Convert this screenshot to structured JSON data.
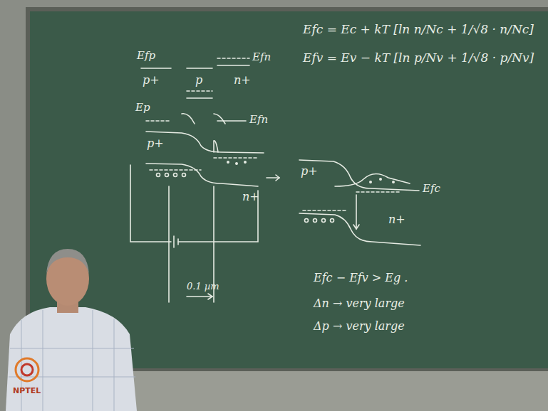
{
  "diagram": {
    "labels": [
      "Efp",
      "Efn",
      "p+",
      "p",
      "n+",
      "Ep",
      "Efn",
      "p+",
      "n+",
      "0.1 µm",
      "p+",
      "n+",
      "Efc",
      "Efc = Ec + kT [ln n/Nc + 1/√8 · n/Nc]",
      "Efv = Ev − kT [ln p/Nv + 1/√8 · p/Nv]",
      "Efc − Efv > Eg .",
      "Δn → very large",
      "Δp → very large",
      "NPTEL"
    ]
  }
}
